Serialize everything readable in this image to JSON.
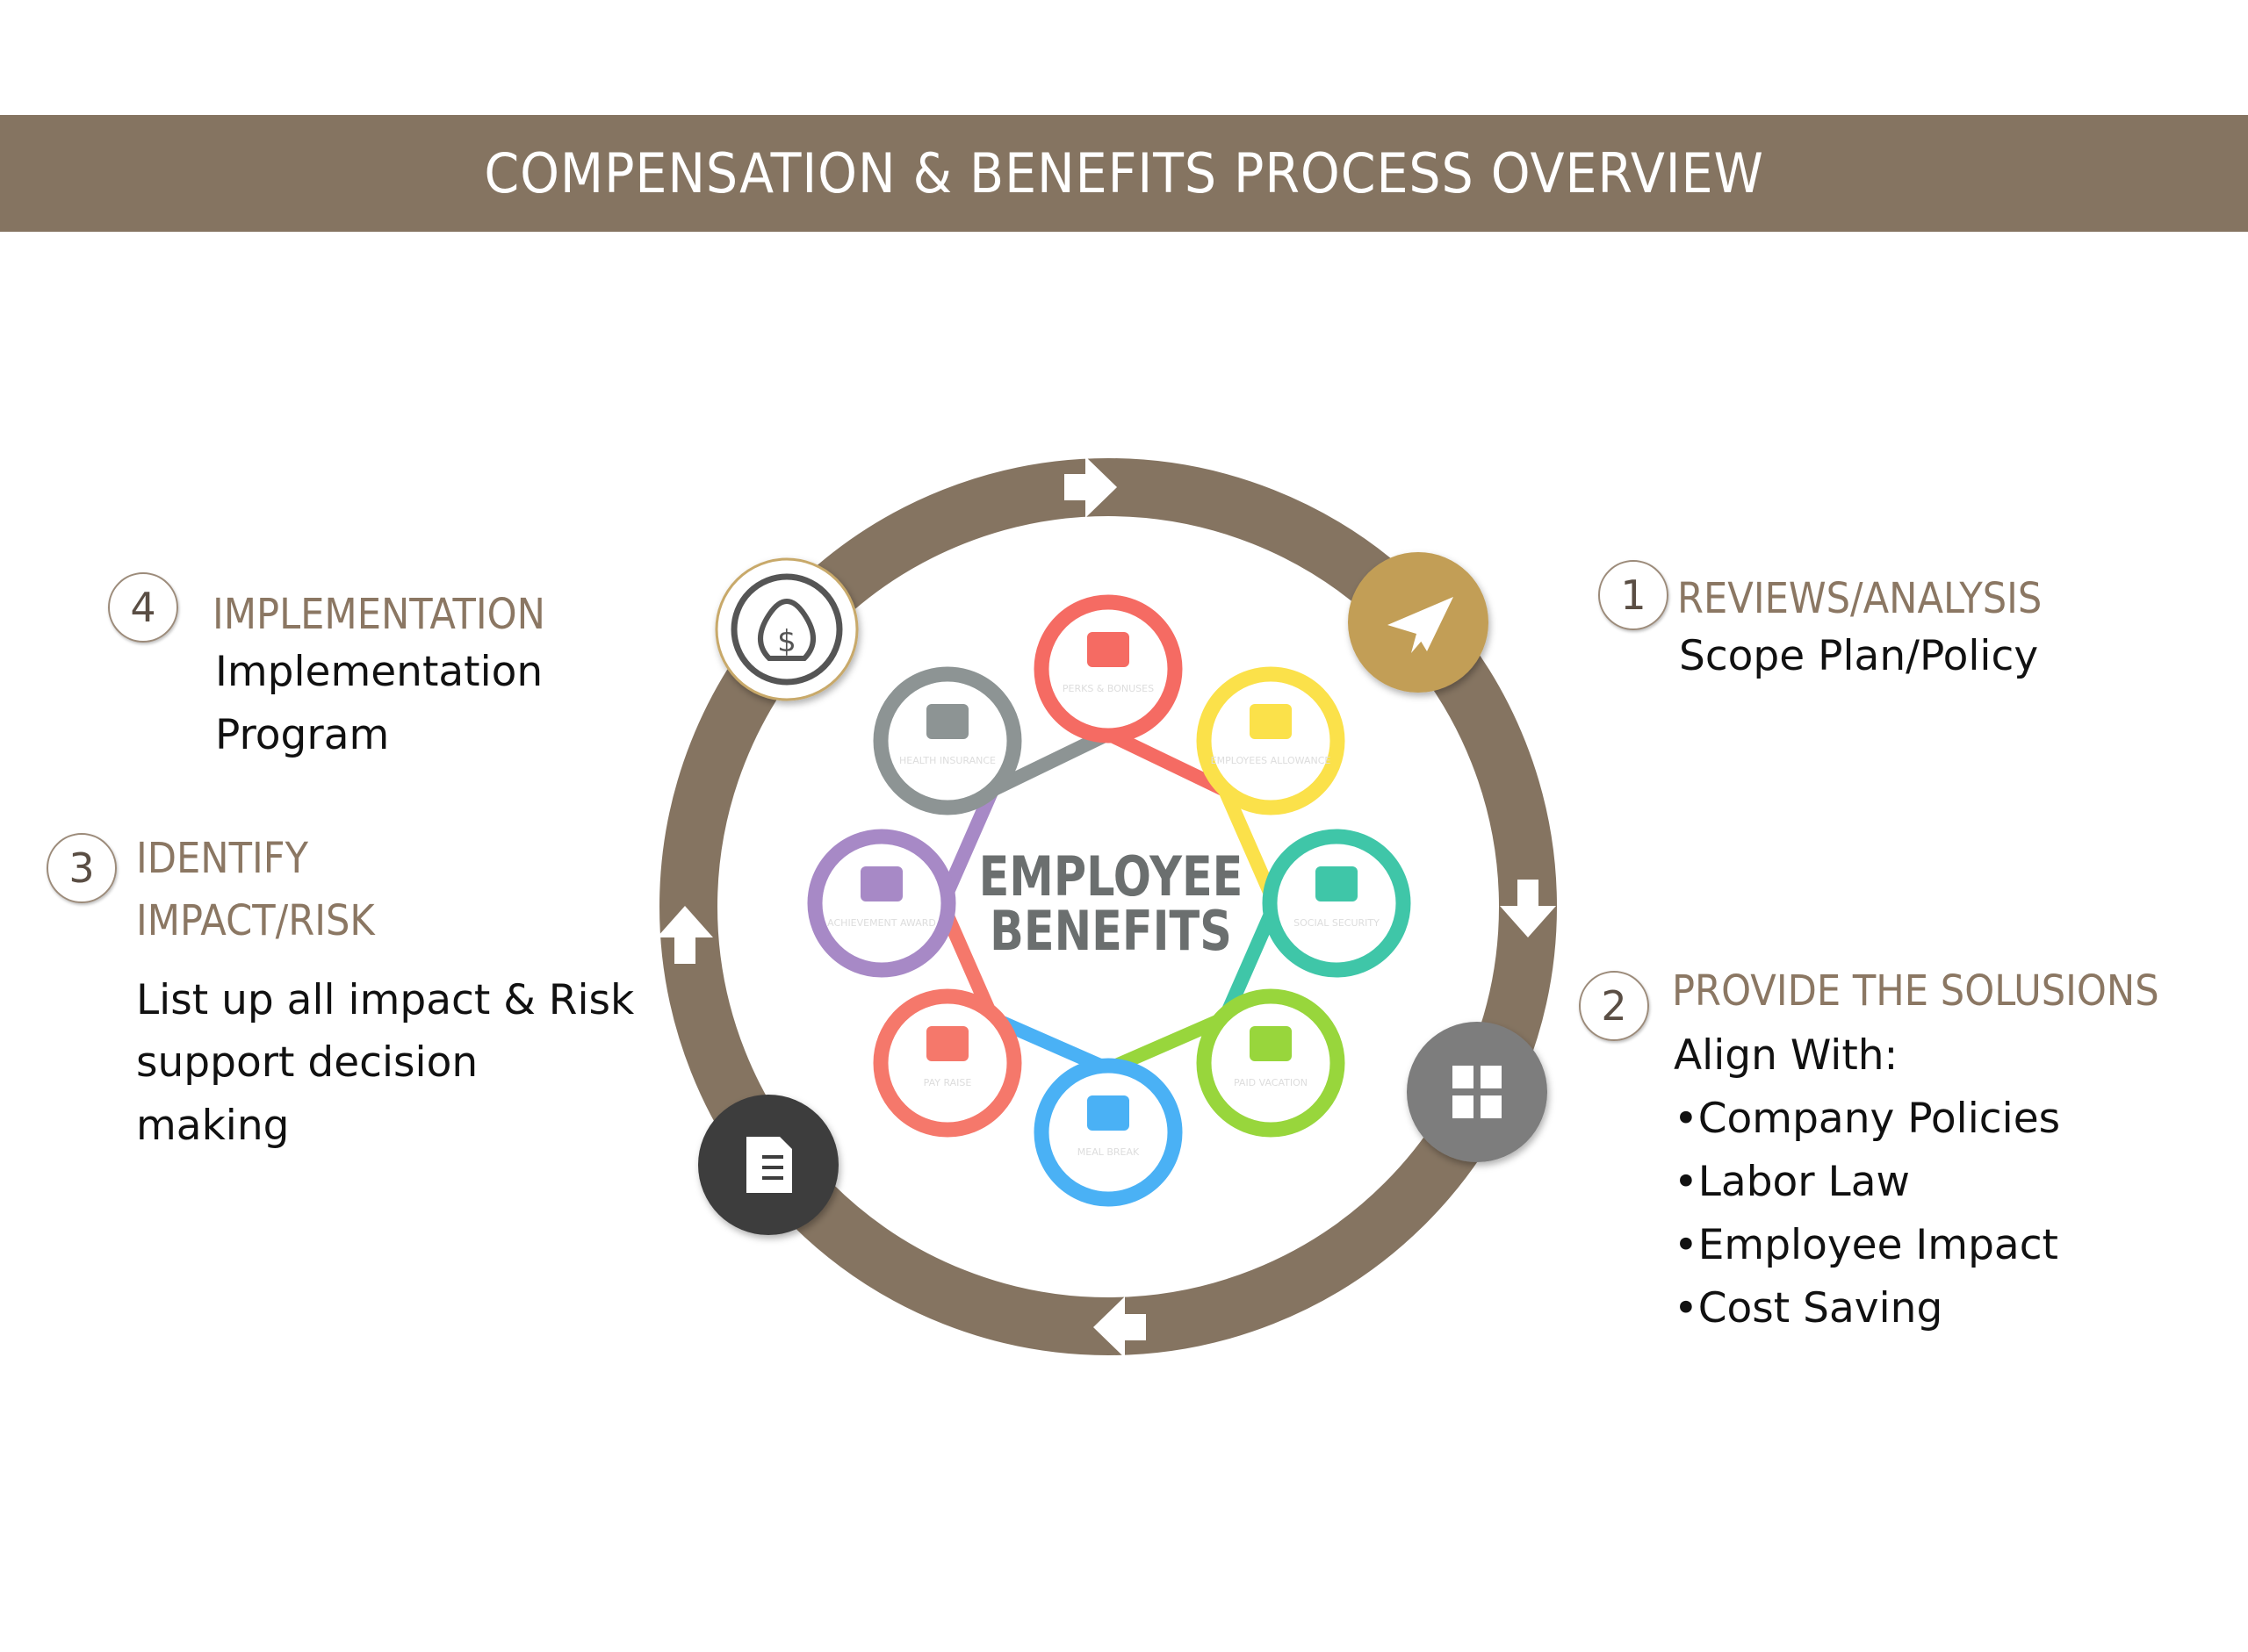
{
  "header": {
    "title": "COMPENSATION & BENEFITS PROCESS OVERVIEW"
  },
  "center": {
    "line1": "EMPLOYEE",
    "line2": "BENEFITS"
  },
  "benefits": [
    {
      "label": "PERKS & BONUSES",
      "icon": "gift-icon",
      "color": "#f56b63"
    },
    {
      "label": "EMPLOYEES ALLOWANCE",
      "icon": "people-check-icon",
      "color": "#fbe14a"
    },
    {
      "label": "SOCIAL SECURITY",
      "icon": "family-hand-icon",
      "color": "#3fc6a8"
    },
    {
      "label": "PAID VACATION",
      "icon": "plane-ticket-icon",
      "color": "#98d63c"
    },
    {
      "label": "MEAL BREAK",
      "icon": "clock-plate-icon",
      "color": "#4ab1f5"
    },
    {
      "label": "PAY RAISE",
      "icon": "dollar-sparkle-icon",
      "color": "#f5786b"
    },
    {
      "label": "ACHIEVEMENT AWARD",
      "icon": "medal-person-icon",
      "color": "#a789c6"
    },
    {
      "label": "HEALTH INSURANCE",
      "icon": "person-plus-icon",
      "color": "#8d9494"
    }
  ],
  "steps": [
    {
      "number": "1",
      "title": "REVIEWS/ANALYSIS",
      "lines": [
        "Scope Plan/Policy"
      ]
    },
    {
      "number": "2",
      "title": "PROVIDE THE SOLUSIONS",
      "lines": [
        "Align With:",
        "•Company Policies",
        "•Labor Law",
        "•Employee Impact",
        "•Cost Saving"
      ]
    },
    {
      "number": "3",
      "title_lines": [
        "IDENTIFY",
        "IMPACT/RISK"
      ],
      "lines": [
        "List up all impact & Risk",
        "support decision",
        "making"
      ]
    },
    {
      "number": "4",
      "title": "IMPLEMENTATION",
      "lines": [
        "Implementation",
        "Program"
      ]
    }
  ],
  "colors": {
    "ring": "#857461",
    "accent_gold": "#c29e57",
    "title_text": "#8b7763"
  }
}
